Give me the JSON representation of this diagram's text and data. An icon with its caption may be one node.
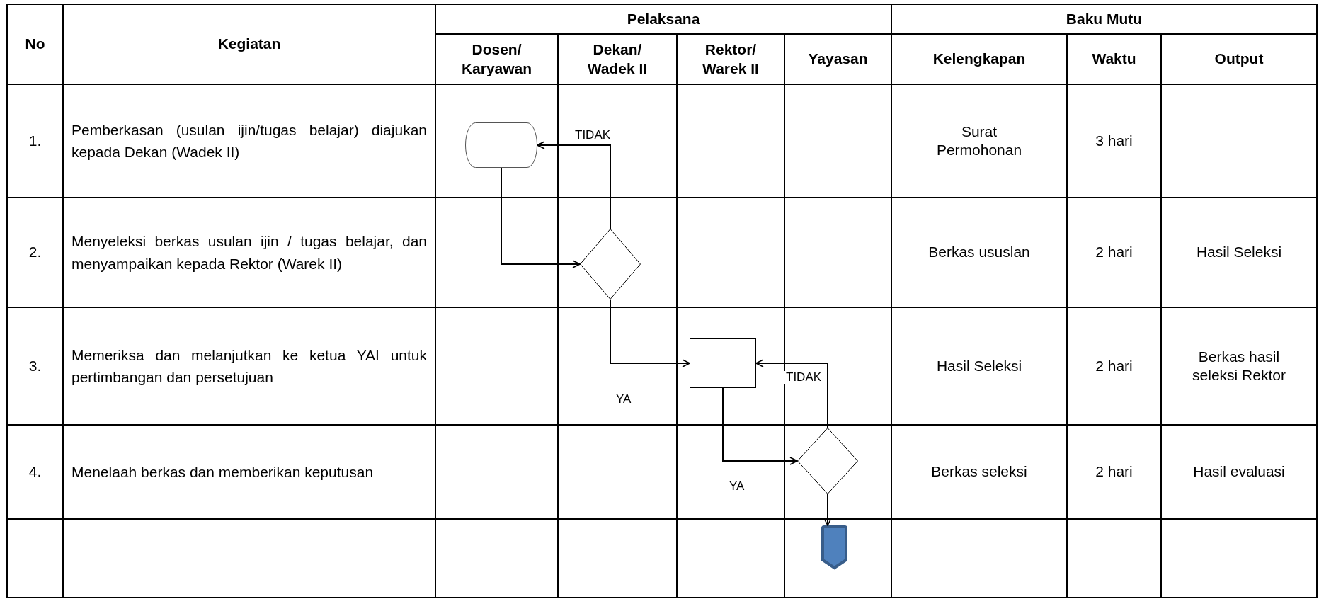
{
  "diagram": {
    "nodes": [
      {
        "text": [],
        "shape": "terminator"
      },
      {
        "text": [],
        "shape": "diamond"
      },
      {
        "text": [],
        "shape": "box"
      },
      {
        "text": [],
        "shape": "diamond"
      },
      {
        "text": [],
        "shape": "pentagon"
      }
    ],
    "edges": [
      {
        "from": 0,
        "to": 1,
        "arrow": "to"
      },
      {
        "from": 1,
        "to": 0,
        "arrow": "to",
        "label": "TIDAK"
      },
      {
        "from": 1,
        "to": 2,
        "arrow": "to",
        "label": "YA"
      },
      {
        "from": 2,
        "to": 3,
        "arrow": "to",
        "label": "YA"
      },
      {
        "from": 3,
        "to": 2,
        "arrow": "to",
        "label": "TIDAK"
      },
      {
        "from": 3,
        "to": 4,
        "arrow": "to"
      }
    ],
    "labels": [
      "No",
      "Kegiatan",
      "Pelaksana",
      "Baku Mutu",
      "Dosen/ Karyawan",
      "Dekan/ Wadek II",
      "Rektor/ Warek II",
      "Yayasan",
      "Kelengkapan",
      "Waktu",
      "Output",
      "1.",
      "Pemberkasan (usulan ijin/tugas belajar) diajukan kepada Dekan (Wadek II)",
      "Surat Permohonan",
      "3 hari",
      "2.",
      "Menyeleksi berkas usulan ijin / tugas belajar, dan menyampaikan kepada Rektor (Warek II)",
      "Berkas ususlan",
      "2 hari",
      "Hasil Seleksi",
      "3.",
      "Memeriksa dan melanjutkan ke ketua YAI untuk pertimbangan dan persetujuan",
      "Hasil Seleksi",
      "2 hari",
      "Berkas hasil seleksi Rektor",
      "4.",
      "Menelaah berkas dan memberikan keputusan",
      "Berkas seleksi",
      "2 hari",
      "Hasil evaluasi"
    ]
  }
}
